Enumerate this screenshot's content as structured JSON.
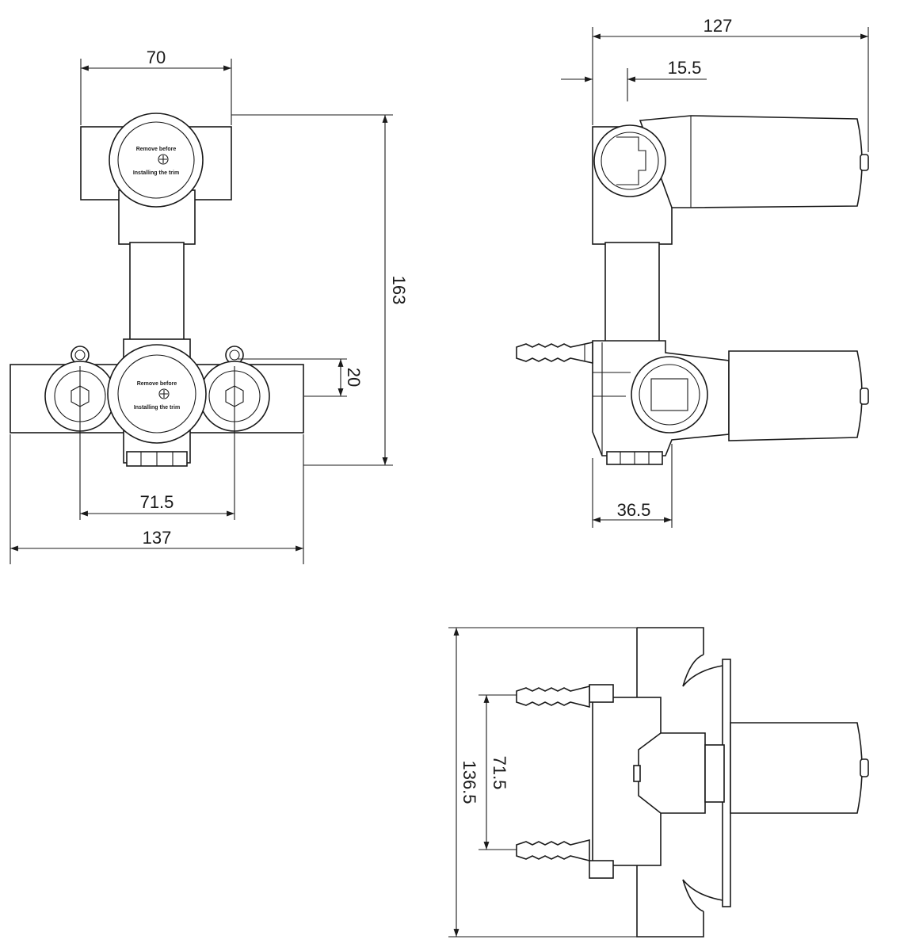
{
  "dimensions": {
    "front_top_width": "70",
    "front_total_height": "163",
    "front_offset": "20",
    "front_center_distance": "71.5",
    "front_total_width": "137",
    "side_total_depth": "127",
    "side_top_offset": "15.5",
    "side_bottom_depth": "36.5",
    "bottom_center_distance": "71.5",
    "bottom_total_height": "136.5"
  },
  "labels": {
    "remove_line1": "Remove before",
    "remove_line2": "Installing the trim"
  },
  "colors": {
    "line": "#1a1a1a",
    "background": "#ffffff"
  }
}
